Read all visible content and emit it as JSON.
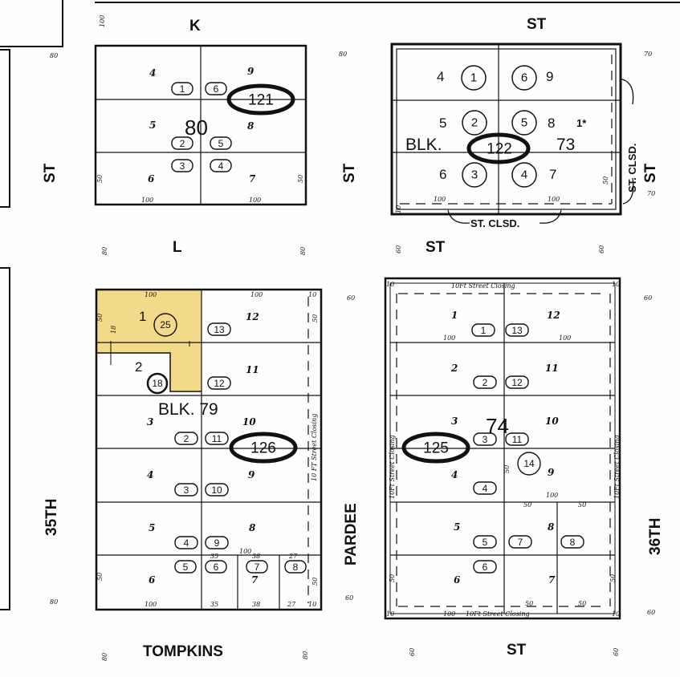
{
  "streets": {
    "k": "K",
    "st_top": "ST",
    "st_left_upper": "ST",
    "st_mid_upper": "ST",
    "st_right_upper": "ST",
    "l": "L",
    "st_l_right": "ST",
    "thirty_fifth": "35TH",
    "pardee": "PARDEE",
    "thirty_sixth": "36TH",
    "tompkins": "TOMPKINS",
    "st_bottom": "ST"
  },
  "blocks": {
    "b80": {
      "number": "80",
      "assessor": "121"
    },
    "b73": {
      "prefix": "BLK.",
      "number": "73",
      "assessor": "122"
    },
    "b79": {
      "label": "BLK. 79",
      "assessor": "126"
    },
    "b74": {
      "number": "74",
      "assessor": "125"
    }
  },
  "highlight_color": "#f3d98a",
  "notes": {
    "st_clsd_bottom": "ST. CLSD.",
    "st_clsd_right": "ST. CLSD.",
    "star": "1*",
    "closing_top": "10Ft Street Closing",
    "closing_bottom": "10Ft Street Closing",
    "closing_left": "10Ft Street Closing",
    "closing_right": "10Ft Street Closing",
    "closing_b79": "10 FT Street Closing"
  },
  "lots": {
    "b80": [
      "4",
      "9",
      "5",
      "8",
      "6",
      "7"
    ],
    "b73": [
      "4",
      "9",
      "5",
      "8",
      "6",
      "7"
    ],
    "b79": [
      "1",
      "12",
      "2",
      "11",
      "3",
      "10",
      "4",
      "9",
      "5",
      "8",
      "6",
      "7"
    ],
    "b74": [
      "1",
      "12",
      "2",
      "11",
      "3",
      "10",
      "4",
      "9",
      "5",
      "8",
      "6",
      "7"
    ]
  },
  "parcels": {
    "b80": [
      "1",
      "6",
      "2",
      "5",
      "3",
      "4"
    ],
    "b73": [
      "1",
      "6",
      "2",
      "5",
      "3",
      "4"
    ],
    "b79": [
      "25",
      "13",
      "18",
      "12",
      "2",
      "11",
      "3",
      "10",
      "4",
      "9",
      "5",
      "6",
      "7",
      "8"
    ],
    "b74": [
      "1",
      "13",
      "2",
      "12",
      "3",
      "11",
      "14",
      "4",
      "5",
      "7",
      "8",
      "6"
    ]
  },
  "dims": {
    "hundred": "100",
    "fifty": "50",
    "sixty": "60",
    "eighty": "80",
    "seventy": "70",
    "ten": "10",
    "thirty_five": "35",
    "thirty_eight": "38",
    "twenty_seven": "27",
    "eighteen": "18"
  }
}
